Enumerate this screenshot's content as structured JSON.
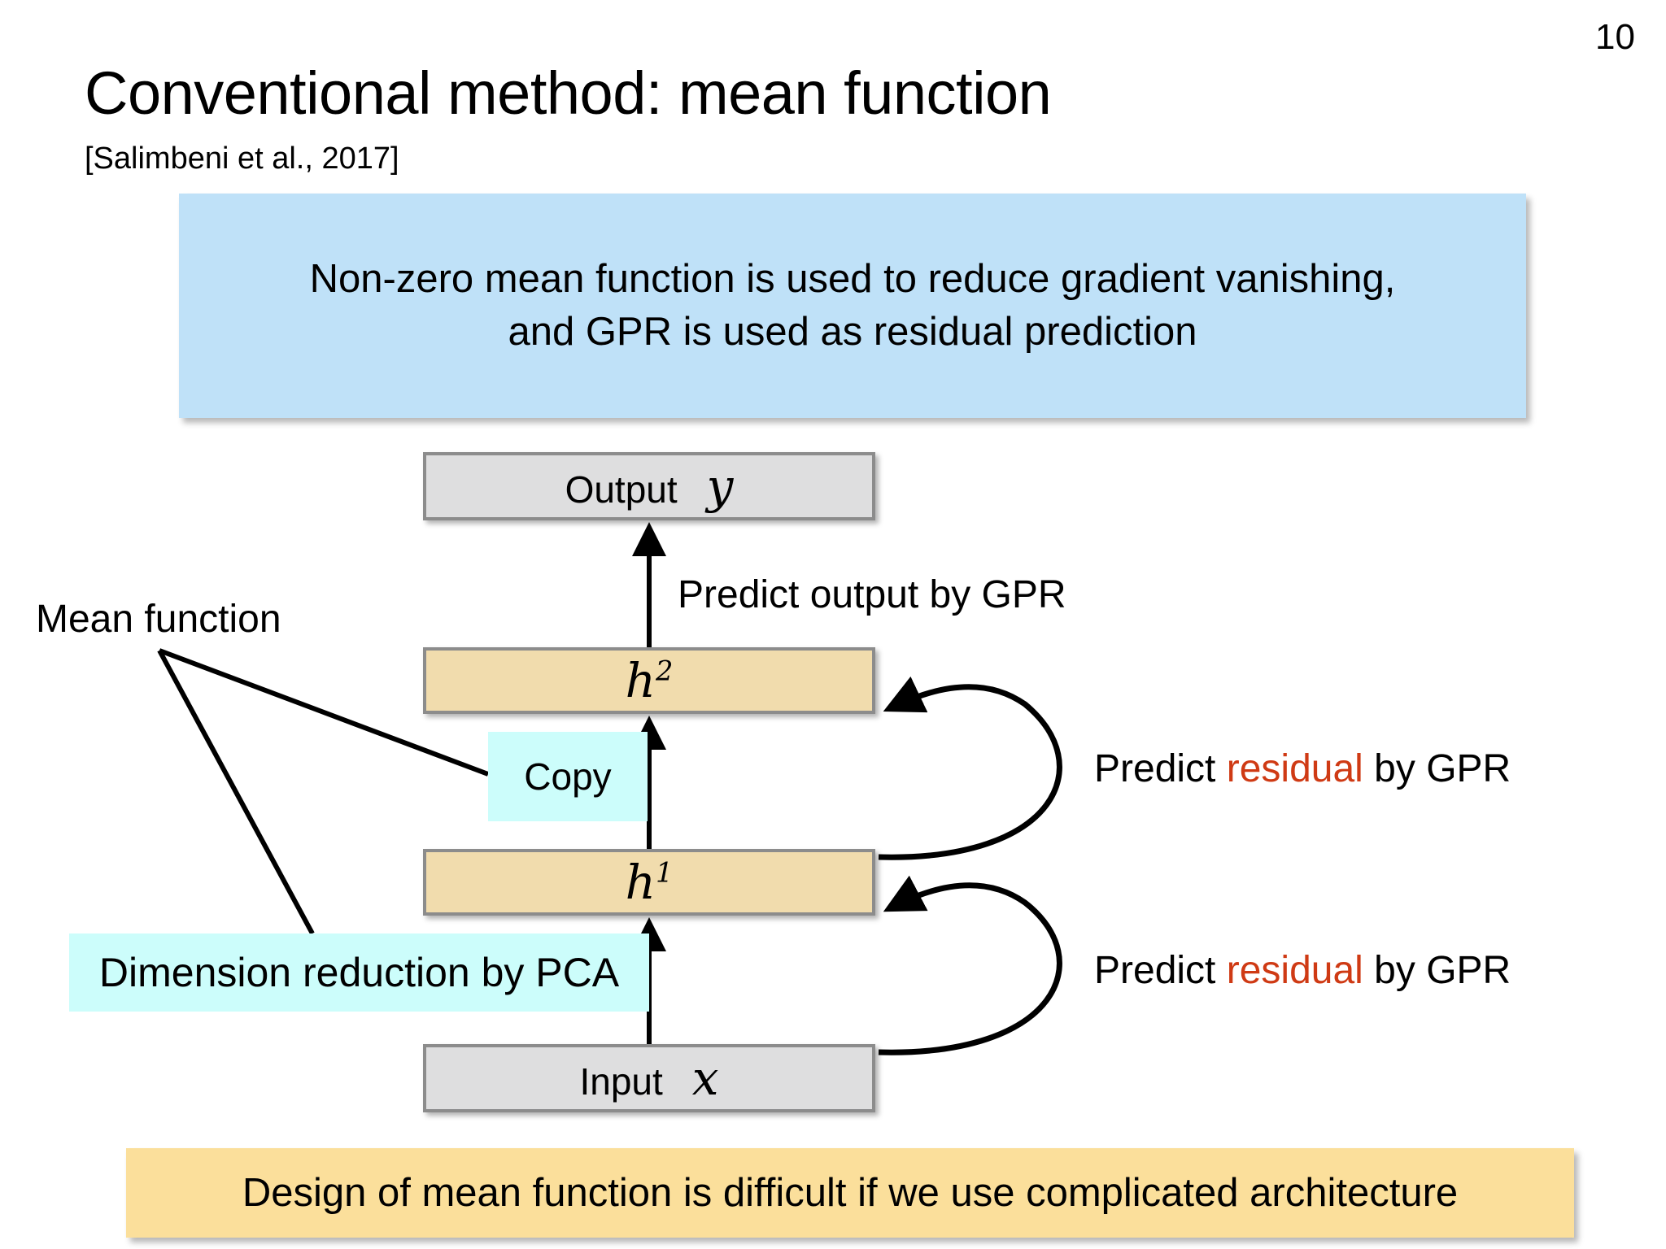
{
  "page": {
    "number": "10"
  },
  "header": {
    "title": "Conventional method: mean function",
    "citation": "[Salimbeni et al., 2017]"
  },
  "summary": {
    "line1": "Non-zero mean function is used to reduce gradient vanishing,",
    "line2": "and GPR is used as residual prediction",
    "background": "#bfe1f8"
  },
  "footer": {
    "text": "Design of mean function is difficult if we use complicated architecture",
    "background": "#fbdf9b"
  },
  "diagram": {
    "nodes": [
      {
        "id": "output",
        "label": "Output",
        "symbol": "y",
        "fill": "#dededf",
        "border": "#8c8c8c"
      },
      {
        "id": "h2",
        "label": "",
        "symbol": "h",
        "exponent": "2",
        "fill": "#f1dcad",
        "border": "#8c8c8c"
      },
      {
        "id": "h1",
        "label": "",
        "symbol": "h",
        "exponent": "1",
        "fill": "#f1dcad",
        "border": "#8c8c8c"
      },
      {
        "id": "input",
        "label": "Input",
        "symbol": "x",
        "fill": "#dededf",
        "border": "#8c8c8c"
      }
    ],
    "highlights": [
      {
        "id": "copy",
        "text": "Copy",
        "fill": "#ccfdfb"
      },
      {
        "id": "pca",
        "text": "Dimension reduction by PCA",
        "fill": "#ccfdfb"
      }
    ],
    "annotations": [
      {
        "id": "mean-function",
        "text": "Mean function"
      },
      {
        "id": "predict-output",
        "text": "Predict output by GPR"
      },
      {
        "id": "predict-residual-top",
        "prefix": "Predict ",
        "emphasis": "residual",
        "suffix": " by GPR",
        "emphasis_color": "#cf3a14"
      },
      {
        "id": "predict-residual-bottom",
        "prefix": "Predict ",
        "emphasis": "residual",
        "suffix": " by GPR",
        "emphasis_color": "#cf3a14"
      }
    ]
  }
}
